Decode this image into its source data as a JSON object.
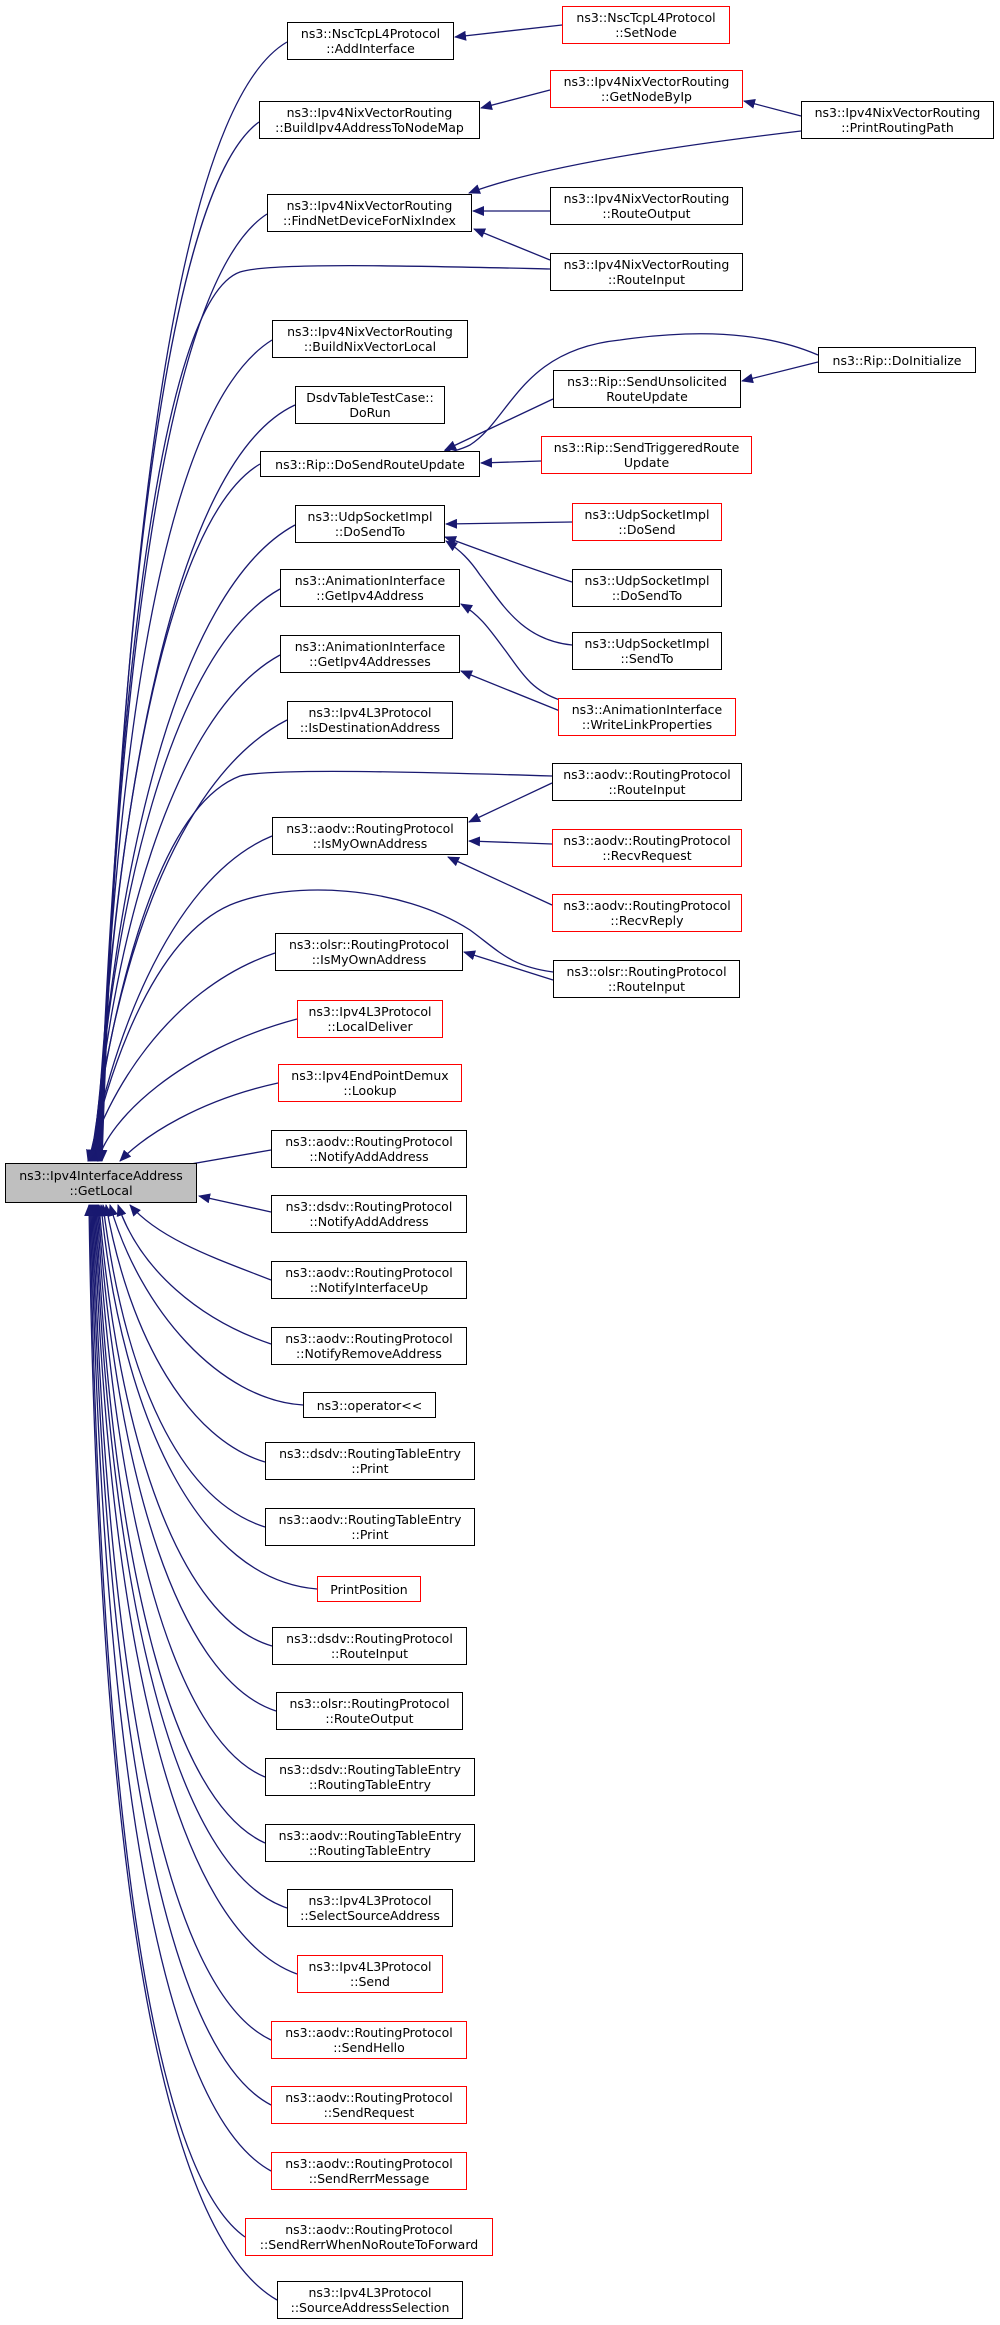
{
  "colors": {
    "edge": "#191970",
    "node_border": "#000000",
    "incomplete_border": "#ff0000",
    "root_fill": "#bfbfbf"
  },
  "nodes": {
    "root": "ns3::Ipv4InterfaceAddress\n::GetLocal",
    "nsc_addif": "ns3::NscTcpL4Protocol\n::AddInterface",
    "nsc_setnode": "ns3::NscTcpL4Protocol\n::SetNode",
    "nix_buildmap": "ns3::Ipv4NixVectorRouting\n::BuildIpv4AddressToNodeMap",
    "nix_getnode": "ns3::Ipv4NixVectorRouting\n::GetNodeByIp",
    "nix_printpath": "ns3::Ipv4NixVectorRouting\n::PrintRoutingPath",
    "nix_findnet": "ns3::Ipv4NixVectorRouting\n::FindNetDeviceForNixIndex",
    "nix_routeout": "ns3::Ipv4NixVectorRouting\n::RouteOutput",
    "nix_routein": "ns3::Ipv4NixVectorRouting\n::RouteInput",
    "nix_buildlocal": "ns3::Ipv4NixVectorRouting\n::BuildNixVectorLocal",
    "dsdv_test": "DsdvTableTestCase::\nDoRun",
    "rip_doinit": "ns3::Rip::DoInitialize",
    "rip_unsol": "ns3::Rip::SendUnsolicited\nRouteUpdate",
    "rip_dosend": "ns3::Rip::DoSendRouteUpdate",
    "rip_trig": "ns3::Rip::SendTriggeredRoute\nUpdate",
    "udp_dosendto": "ns3::UdpSocketImpl\n::DoSendTo",
    "udp_dosend": "ns3::UdpSocketImpl\n::DoSend",
    "udp_dosendto2": "ns3::UdpSocketImpl\n::DoSendTo",
    "udp_sendto": "ns3::UdpSocketImpl\n::SendTo",
    "anim_getaddr": "ns3::AnimationInterface\n::GetIpv4Address",
    "anim_getaddrs": "ns3::AnimationInterface\n::GetIpv4Addresses",
    "anim_writelink": "ns3::AnimationInterface\n::WriteLinkProperties",
    "l3_isdest": "ns3::Ipv4L3Protocol\n::IsDestinationAddress",
    "aodv_routein": "ns3::aodv::RoutingProtocol\n::RouteInput",
    "aodv_isown": "ns3::aodv::RoutingProtocol\n::IsMyOwnAddress",
    "aodv_recvreq": "ns3::aodv::RoutingProtocol\n::RecvRequest",
    "aodv_recvrep": "ns3::aodv::RoutingProtocol\n::RecvReply",
    "olsr_isown": "ns3::olsr::RoutingProtocol\n::IsMyOwnAddress",
    "olsr_routein": "ns3::olsr::RoutingProtocol\n::RouteInput",
    "l3_localdeliver": "ns3::Ipv4L3Protocol\n::LocalDeliver",
    "ep_lookup": "ns3::Ipv4EndPointDemux\n::Lookup",
    "aodv_notifyadd": "ns3::aodv::RoutingProtocol\n::NotifyAddAddress",
    "dsdv_notifyadd": "ns3::dsdv::RoutingProtocol\n::NotifyAddAddress",
    "aodv_notifyup": "ns3::aodv::RoutingProtocol\n::NotifyInterfaceUp",
    "aodv_notifyrem": "ns3::aodv::RoutingProtocol\n::NotifyRemoveAddress",
    "op_shift": "ns3::operator<<",
    "dsdv_rte_print": "ns3::dsdv::RoutingTableEntry\n::Print",
    "aodv_rte_print": "ns3::aodv::RoutingTableEntry\n::Print",
    "printpos": "PrintPosition",
    "dsdv_routein": "ns3::dsdv::RoutingProtocol\n::RouteInput",
    "olsr_routeout": "ns3::olsr::RoutingProtocol\n::RouteOutput",
    "dsdv_rte_ctor": "ns3::dsdv::RoutingTableEntry\n::RoutingTableEntry",
    "aodv_rte_ctor": "ns3::aodv::RoutingTableEntry\n::RoutingTableEntry",
    "l3_selsrc": "ns3::Ipv4L3Protocol\n::SelectSourceAddress",
    "l3_send": "ns3::Ipv4L3Protocol\n::Send",
    "aodv_sendhello": "ns3::aodv::RoutingProtocol\n::SendHello",
    "aodv_sendreq": "ns3::aodv::RoutingProtocol\n::SendRequest",
    "aodv_sendrerr": "ns3::aodv::RoutingProtocol\n::SendRerrMessage",
    "aodv_sendrerrnr": "ns3::aodv::RoutingProtocol\n::SendRerrWhenNoRouteToForward",
    "l3_srcsel": "ns3::Ipv4L3Protocol\n::SourceAddressSelection"
  }
}
